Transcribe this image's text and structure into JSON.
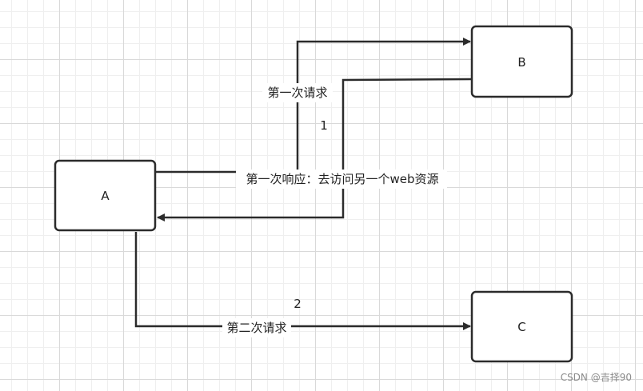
{
  "nodes": {
    "a": "A",
    "b": "B",
    "c": "C"
  },
  "edges": {
    "first_request": "第一次请求",
    "first_request_step": "1",
    "first_response": "第一次响应：去访问另一个web资源",
    "second_request": "第二次请求",
    "second_request_step": "2"
  },
  "watermark": "CSDN @吉择90",
  "colors": {
    "stroke": "#2b2b2b",
    "text": "#222222"
  }
}
